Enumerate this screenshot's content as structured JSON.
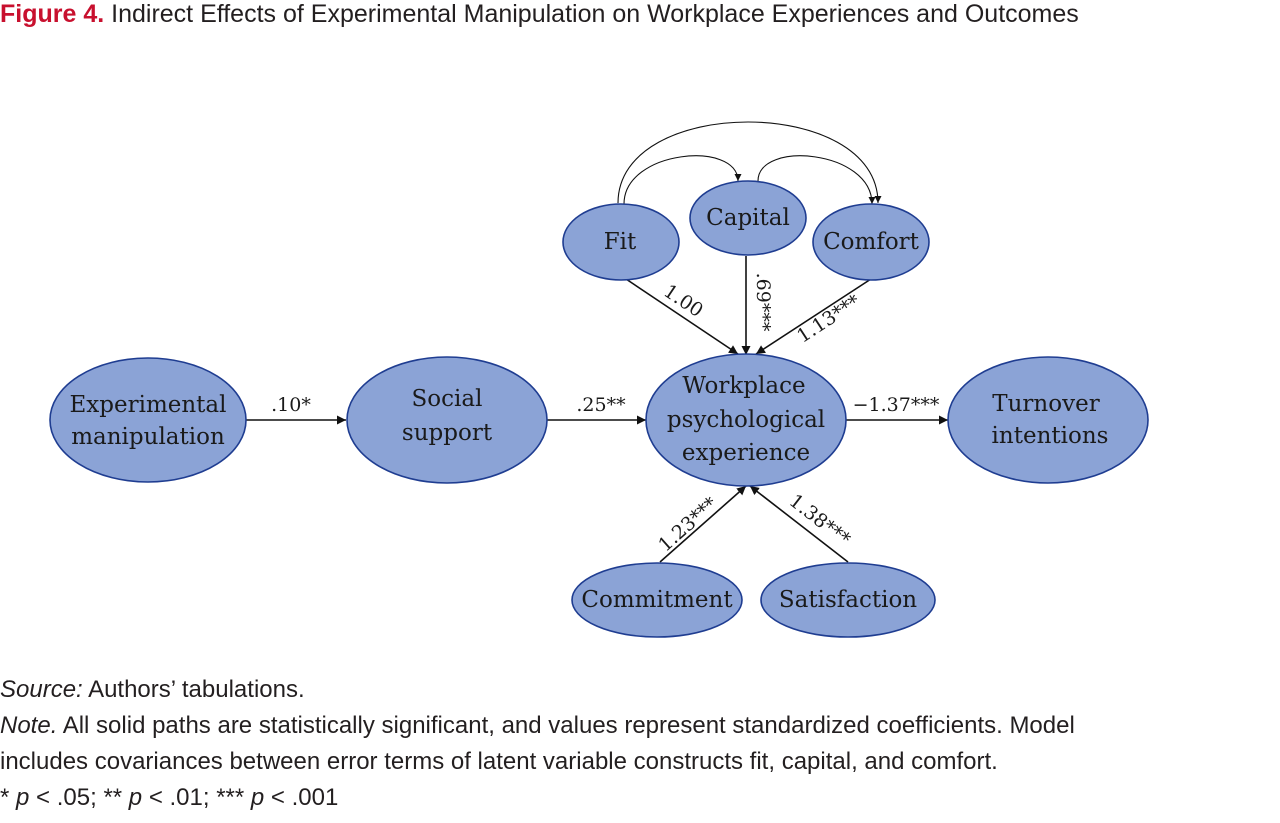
{
  "title": {
    "figure_label": "Figure 4.",
    "text": "Indirect Effects of Experimental Manipulation on Workplace Experiences and Outcomes"
  },
  "nodes": {
    "experimental_manipulation": [
      "Experimental",
      "manipulation"
    ],
    "social_support": [
      "Social",
      "support"
    ],
    "workplace_psychological_experience": [
      "Workplace",
      "psychological",
      "experience"
    ],
    "turnover_intentions": [
      "Turnover",
      "intentions"
    ],
    "fit": [
      "Fit"
    ],
    "capital": [
      "Capital"
    ],
    "comfort": [
      "Comfort"
    ],
    "commitment": [
      "Commitment"
    ],
    "satisfaction": [
      "Satisfaction"
    ]
  },
  "edges": {
    "manipulation_to_support": ".10*",
    "support_to_workplace": ".25**",
    "workplace_to_turnover": "−1.37***",
    "fit_loading": "1.00",
    "capital_loading": ".69***",
    "comfort_loading": "1.13***",
    "commitment_loading": "1.23***",
    "satisfaction_loading": "1.38***"
  },
  "footer": {
    "source_label": "Source:",
    "source_text": " Authors’ tabulations.",
    "note_label": "Note.",
    "note_line1": " All solid paths are statistically significant, and values represent standardized coefficients. Model",
    "note_line2": "includes covariances between error terms of latent variable constructs fit, capital, and comfort.",
    "sig": {
      "s1_stars": "* ",
      "s1_p": "p",
      "s1_rest": " < .05; ",
      "s2_stars": "** ",
      "s2_p": "p",
      "s2_rest": " < .01; ",
      "s3_stars": "*** ",
      "s3_p": "p",
      "s3_rest": " < .001"
    }
  }
}
